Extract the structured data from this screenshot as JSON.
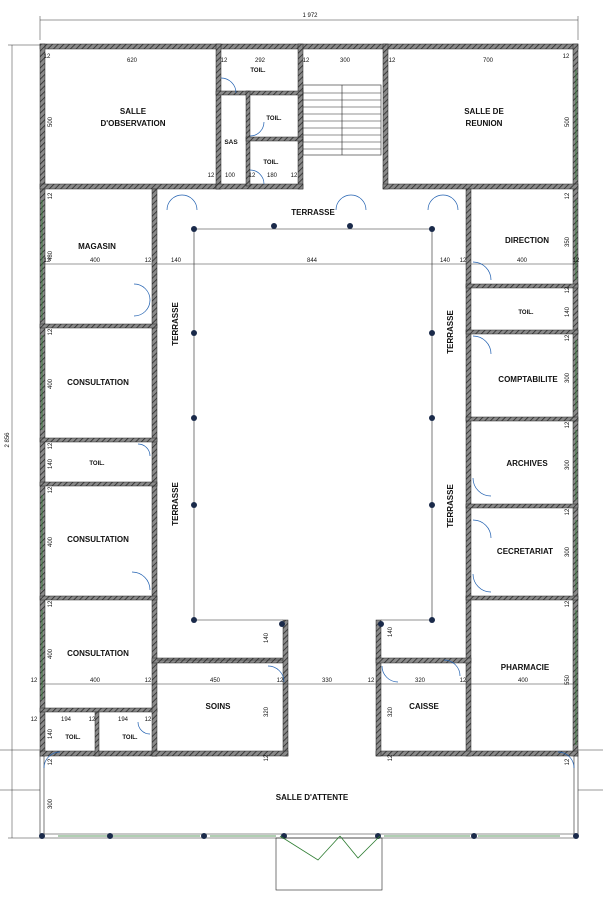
{
  "overall": {
    "width_label": "1 972",
    "height_label": "2 856"
  },
  "rooms": {
    "salle_observation": [
      "SALLE",
      "D'OBSERVATION"
    ],
    "salle_reunion": [
      "SALLE DE",
      "REUNION"
    ],
    "toil": "TOIL.",
    "sas": "SAS",
    "magasin": "MAGASIN",
    "direction": "DIRECTION",
    "consultation": "CONSULTATION",
    "comptabilite": "COMPTABILITE",
    "archives": "ARCHIVES",
    "cecretariat": "CECRETARIAT",
    "pharmacie": "PHARMACIE",
    "soins": "SOINS",
    "caisse": "CAISSE",
    "salle_attente": "SALLE   D'ATTENTE",
    "terrasse": "TERRASSE"
  },
  "dims": {
    "d12": "12",
    "d620": "620",
    "d292": "292",
    "d300": "300",
    "d700": "700",
    "d500": "500",
    "d100": "100",
    "d180": "180",
    "d480": "480",
    "d400": "400",
    "d140": "140",
    "d844": "844",
    "d350": "350",
    "d450": "450",
    "d330": "330",
    "d320": "320",
    "d550": "550",
    "d194": "194"
  }
}
